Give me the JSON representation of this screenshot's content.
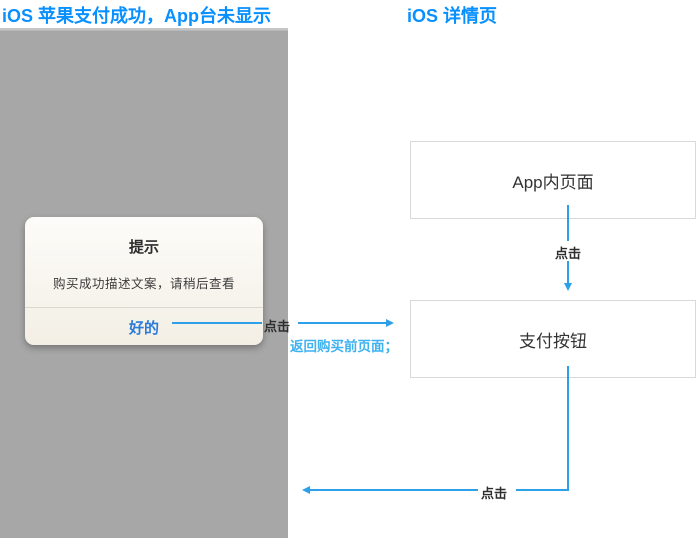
{
  "page": {
    "left_title": "iOS 苹果支付成功，App台未显示",
    "right_title": "iOS 详情页"
  },
  "alert": {
    "title": "提示",
    "message": "购买成功描述文案，请稍后查看",
    "ok_label": "好的"
  },
  "flow": {
    "node_app_page": "App内页面",
    "node_pay_button": "支付按钮",
    "click_label_alert": "点击",
    "click_label_app_to_pay": "点击",
    "click_label_pay_back": "点击",
    "return_note": "返回购买前页面；"
  },
  "icons": {
    "arrowhead_right": "triangle-right",
    "arrowhead_down": "triangle-down",
    "arrowhead_left": "triangle-left"
  },
  "colors": {
    "title_blue": "#0990FF",
    "arrow_blue": "#2E9FE9",
    "note_blue": "#3FB2F0",
    "ok_blue": "#2B7BD9",
    "phone_gray": "#A7A7A7",
    "box_border": "#D9D9D9",
    "text_dark": "#333333"
  }
}
